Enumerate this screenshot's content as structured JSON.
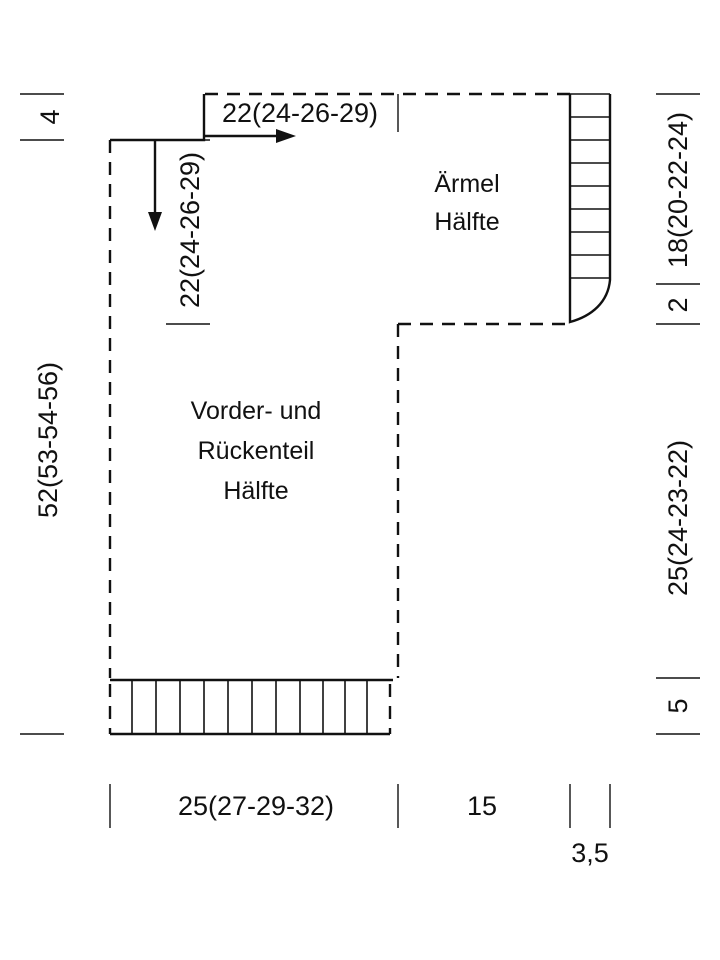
{
  "labels": {
    "top_height": "4",
    "top_sleeve_width": "22(24-26-29)",
    "neck_depth": "22(24-26-29)",
    "sleeve_name_line1": "Ärmel",
    "sleeve_name_line2": "Hälfte",
    "body_name_line1": "Vorder- und",
    "body_name_line2": "Rückenteil",
    "body_name_line3": "Hälfte",
    "total_height": "52(53-54-56)",
    "sleeve_length": "18(20-22-24)",
    "cuff_height": "2",
    "body_height": "25(24-23-22)",
    "rib_height": "5",
    "body_width": "25(27-29-32)",
    "sleeve_offset": "15",
    "cuff_width": "3,5"
  },
  "colors": {
    "ink": "#111111",
    "background": "#ffffff"
  }
}
